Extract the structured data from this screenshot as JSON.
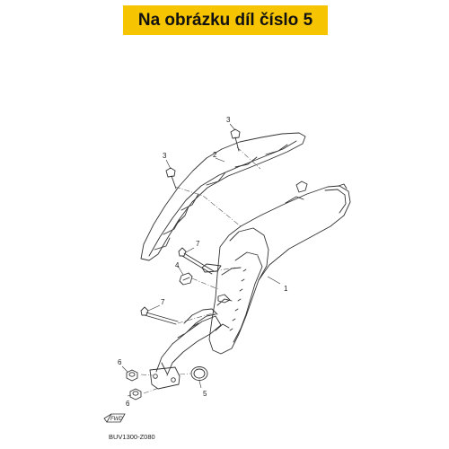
{
  "banner": {
    "text": "Na obrázku díl číslo 5",
    "color": "#f6c400"
  },
  "callouts": {
    "c1": "1",
    "c2": "2",
    "c3a": "3",
    "c3b": "3",
    "c4": "4",
    "c5": "5",
    "c6a": "6",
    "c6b": "6",
    "c7a": "7",
    "c7b": "7"
  },
  "fwd_label": "FWD",
  "diagram_code": "BUV1300-Z080"
}
